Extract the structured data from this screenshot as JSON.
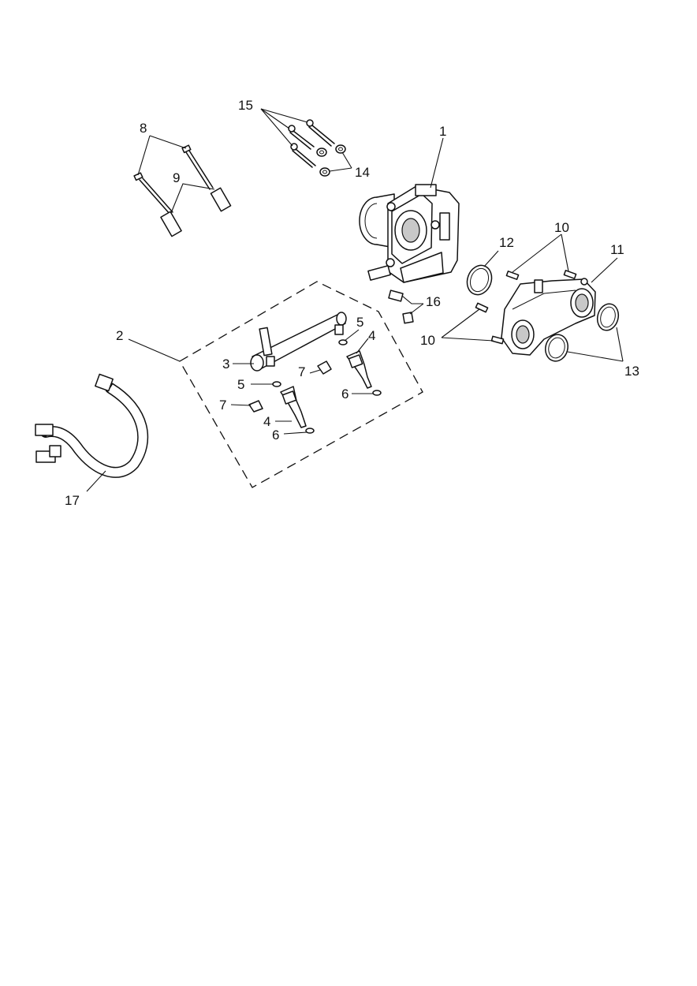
{
  "callouts": {
    "c1": "1",
    "c2": "2",
    "c3": "3",
    "c4a": "4",
    "c4b": "4",
    "c5a": "5",
    "c5b": "5",
    "c6a": "6",
    "c6b": "6",
    "c7a": "7",
    "c7b": "7",
    "c8": "8",
    "c9": "9",
    "c10a": "10",
    "c10b": "10",
    "c11": "11",
    "c12": "12",
    "c13": "13",
    "c14": "14",
    "c15": "15",
    "c16": "16",
    "c17": "17"
  }
}
